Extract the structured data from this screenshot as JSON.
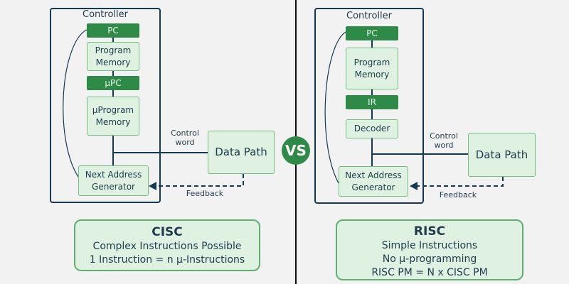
{
  "cisc": {
    "controller_title": "Controller",
    "blocks": {
      "pc": "PC",
      "program_memory": [
        "Program",
        "Memory"
      ],
      "upc": "μPC",
      "uprogram_memory": [
        "μProgram",
        "Memory"
      ],
      "next_address": [
        "Next Address",
        "Generator"
      ]
    },
    "control_word": [
      "Control",
      "word"
    ],
    "data_path": "Data Path",
    "feedback": "Feedback",
    "summary": {
      "title": "CISC",
      "lines": [
        "Complex Instructions Possible",
        "1 Instruction = n μ-Instructions"
      ]
    }
  },
  "risc": {
    "controller_title": "Controller",
    "blocks": {
      "pc": "PC",
      "program_memory": [
        "Program",
        "Memory"
      ],
      "ir": "IR",
      "decoder": "Decoder",
      "next_address": [
        "Next Address",
        "Generator"
      ]
    },
    "control_word": [
      "Control",
      "word"
    ],
    "data_path": "Data Path",
    "feedback": "Feedback",
    "summary": {
      "title": "RISC",
      "lines": [
        "Simple Instructions",
        "No μ-programming",
        "RISC PM = N x CISC PM"
      ]
    }
  },
  "vs_label": "VS",
  "colors": {
    "dark_green": "#2e8b47",
    "light_green": "#dff2e1",
    "border_green": "#6fbf7e",
    "navy": "#143a52"
  }
}
